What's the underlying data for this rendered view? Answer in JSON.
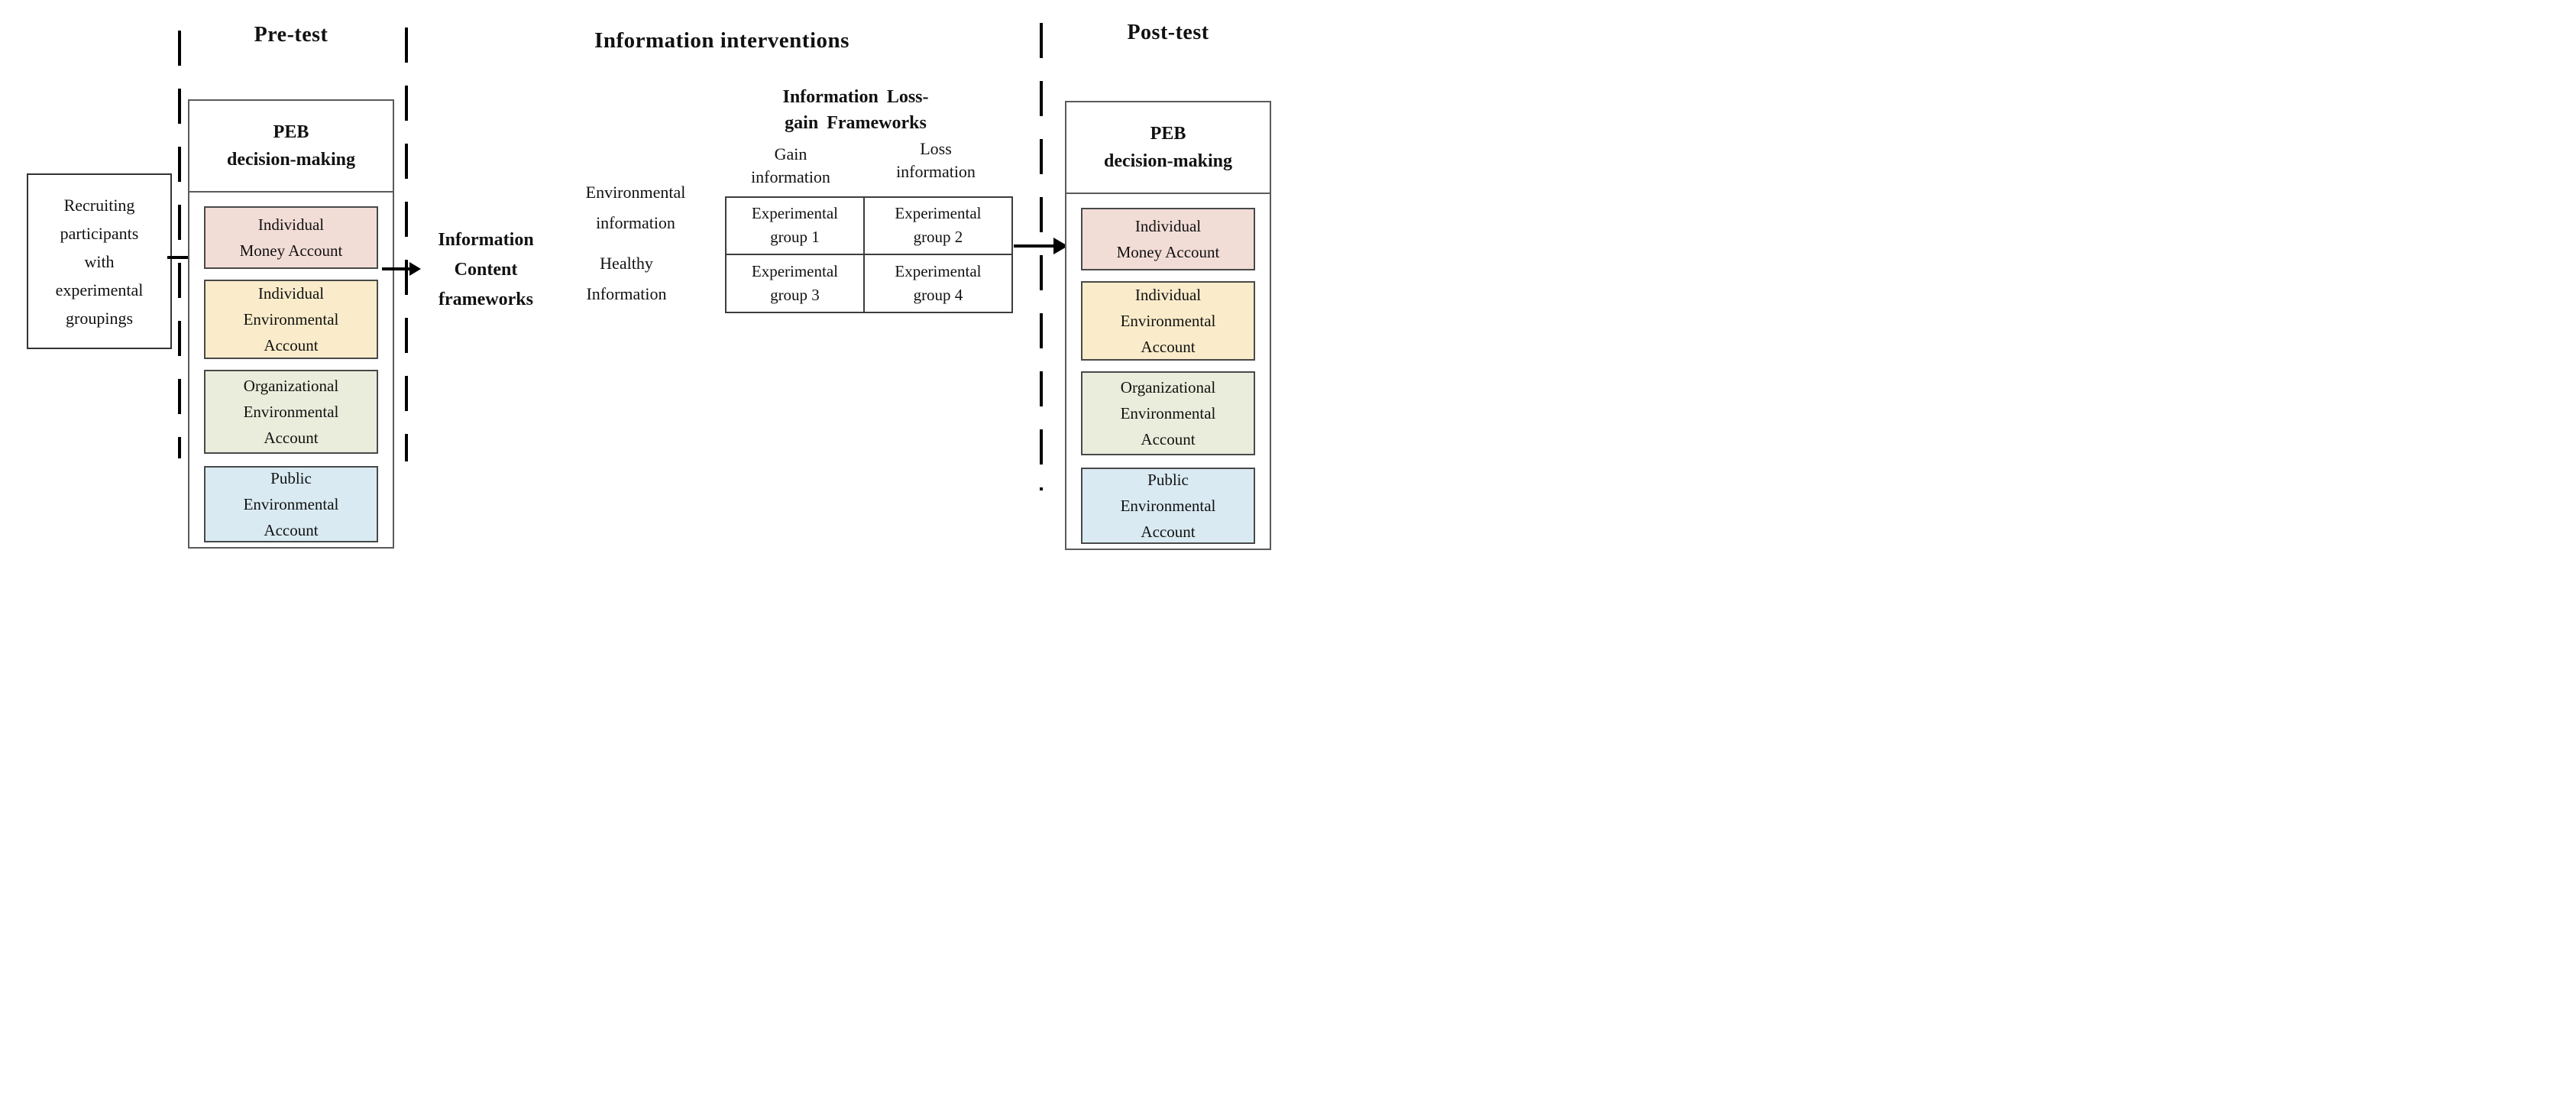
{
  "diagram": {
    "background": "#ffffff",
    "text_color": "#111111",
    "stage_labels": {
      "pretest": "Pre-test",
      "interventions": "Information interventions",
      "posttest": "Post-test"
    },
    "recruiting_box": {
      "lines": [
        "Recruiting",
        "participants",
        "with",
        "experimental",
        "groupings"
      ]
    },
    "panels": {
      "pretest": {
        "header_lines": [
          "PEB",
          "decision-making"
        ],
        "accounts": [
          {
            "lines": [
              "Individual",
              "Money Account"
            ],
            "fill": "#f2dcd6"
          },
          {
            "lines": [
              "Individual",
              "Environmental",
              "Account"
            ],
            "fill": "#faecca"
          },
          {
            "lines": [
              "Organizational",
              "Environmental",
              "Account"
            ],
            "fill": "#eaeddb"
          },
          {
            "lines": [
              "Public",
              "Environmental",
              "Account"
            ],
            "fill": "#d9eaf2"
          }
        ]
      },
      "posttest": {
        "header_lines": [
          "PEB",
          "decision-making"
        ],
        "accounts": [
          {
            "lines": [
              "Individual",
              "Money Account"
            ],
            "fill": "#f2dcd6"
          },
          {
            "lines": [
              "Individual",
              "Environmental",
              "Account"
            ],
            "fill": "#faecca"
          },
          {
            "lines": [
              "Organizational",
              "Environmental",
              "Account"
            ],
            "fill": "#eaeddb"
          },
          {
            "lines": [
              "Public",
              "Environmental",
              "Account"
            ],
            "fill": "#d9eaf2"
          }
        ]
      }
    },
    "interventions": {
      "content_frameworks_lines": [
        "Information",
        "Content",
        "frameworks"
      ],
      "loss_gain_heading_lines": [
        "Information Loss-",
        "gain Frameworks"
      ],
      "row_labels": [
        {
          "lines": [
            "Environmental",
            "information"
          ]
        },
        {
          "lines": [
            "Healthy",
            "Information"
          ]
        }
      ],
      "column_labels": [
        {
          "lines": [
            "Gain",
            "information"
          ]
        },
        {
          "lines": [
            "Loss",
            "information"
          ]
        }
      ],
      "groups_table": {
        "cells": [
          {
            "lines": [
              "Experimental",
              "group 1"
            ]
          },
          {
            "lines": [
              "Experimental",
              "group 2"
            ]
          },
          {
            "lines": [
              "Experimental",
              "group 3"
            ]
          },
          {
            "lines": [
              "Experimental",
              "group 4"
            ]
          }
        ]
      }
    }
  }
}
